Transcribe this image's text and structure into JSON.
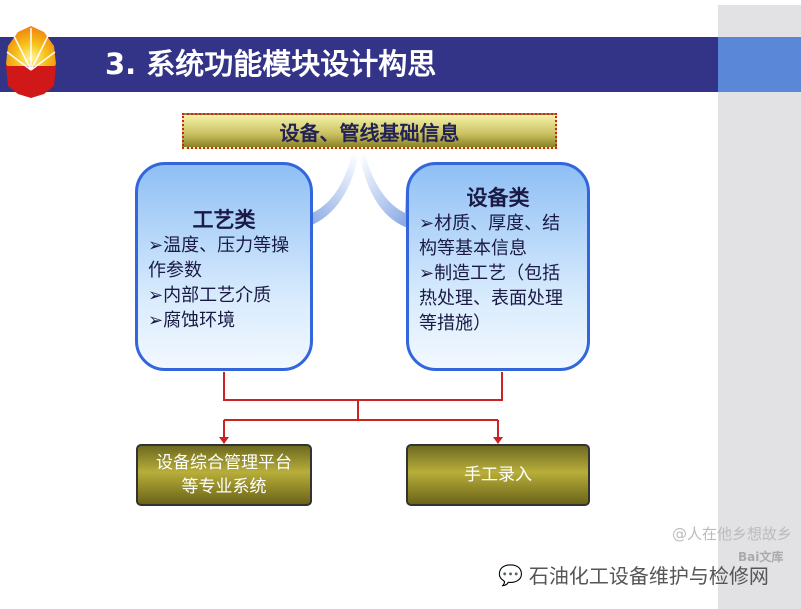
{
  "slide": {
    "title": "3. 系统功能模块设计构思"
  },
  "top_box": {
    "label": "设备、管线基础信息"
  },
  "left_box": {
    "heading": "工艺类",
    "items": [
      "➢温度、压力等操作参数",
      "➢内部工艺介质",
      "➢腐蚀环境"
    ]
  },
  "right_box": {
    "heading": "设备类",
    "items": [
      "➢材质、厚度、结构等基本信息",
      "➢制造工艺（包括热处理、表面处理等措施）"
    ]
  },
  "bottom_left": {
    "label": "设备综合管理平台等专业系统"
  },
  "bottom_right": {
    "label": "手工录入"
  },
  "watermarks": {
    "author": "@人在他乡想故乡",
    "baidu": "Bai文库",
    "wechat": "石油化工设备维护与检修网"
  },
  "colors": {
    "band": "#333388",
    "box_border": "#3366dd",
    "line": "#cc2222"
  }
}
